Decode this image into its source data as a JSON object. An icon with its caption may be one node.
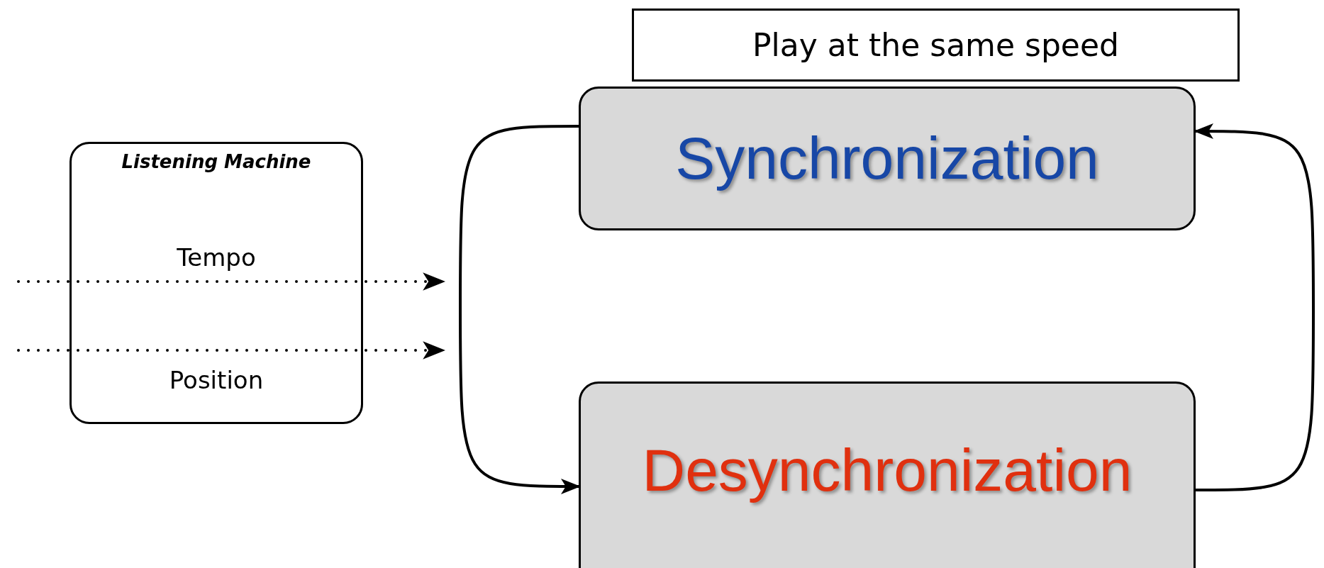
{
  "diagram": {
    "nodes": [
      {
        "text": [
          "Listening Machine",
          "Tempo",
          "Position"
        ]
      },
      {
        "text": [
          "Synchronization"
        ]
      },
      {
        "text": [
          "Play at the same speed"
        ]
      },
      {
        "text": [
          "Desynchronization"
        ]
      }
    ],
    "edges": [
      {
        "from": 1,
        "to": 3,
        "arrow": "to"
      },
      {
        "from": 3,
        "to": 1,
        "arrow": "to"
      }
    ]
  }
}
